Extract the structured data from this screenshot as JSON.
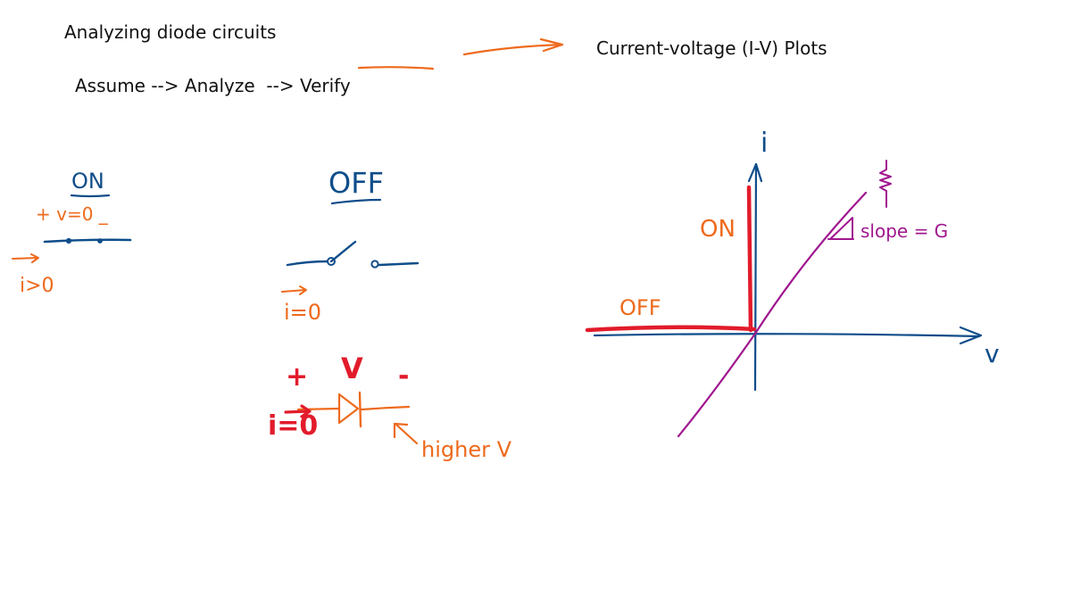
{
  "header": {
    "title": "Analyzing diode circuits",
    "steps": "Assume --> Analyze  --> Verify",
    "plots_title": "Current-voltage (I-V) Plots"
  },
  "on_state": {
    "label": "ON",
    "v_note": "+ v=0 _",
    "i_note": "i>0"
  },
  "off_state": {
    "label": "OFF",
    "i_note": "i=0",
    "plus": "+",
    "v": "V",
    "minus": "-",
    "i_diode": "i=0",
    "higher_note": "higher V"
  },
  "graph": {
    "y_axis": "i",
    "x_axis": "v",
    "on_label": "ON",
    "off_label": "OFF",
    "slope_note": "slope = G"
  },
  "colors": {
    "orange": "#ee6a1c",
    "blue": "#0f4d8a",
    "red": "#e21b2b",
    "purple": "#a0168f",
    "text": "#111111"
  }
}
